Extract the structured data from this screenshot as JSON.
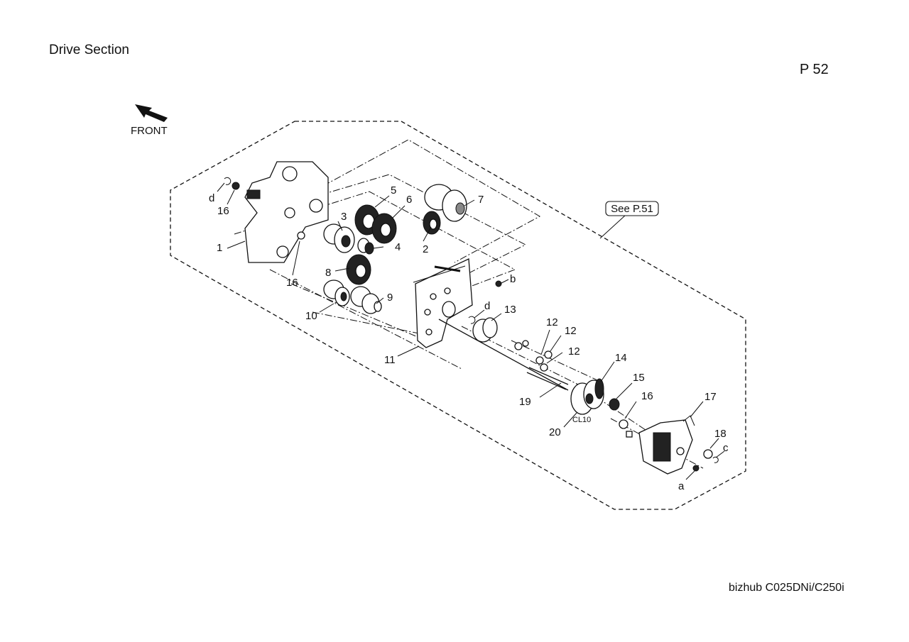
{
  "header": {
    "title": "Drive Section",
    "page": "P 52"
  },
  "footer": {
    "model": "bizhub C025DNi/C250i"
  },
  "orientation": {
    "label": "FRONT",
    "icon": "front-arrow-icon"
  },
  "reference": {
    "label": "See P.51"
  },
  "callouts": [
    {
      "id": "c-1",
      "text": "1"
    },
    {
      "id": "c-2",
      "text": "2"
    },
    {
      "id": "c-3",
      "text": "3"
    },
    {
      "id": "c-4",
      "text": "4"
    },
    {
      "id": "c-5",
      "text": "5"
    },
    {
      "id": "c-6",
      "text": "6"
    },
    {
      "id": "c-7",
      "text": "7"
    },
    {
      "id": "c-8",
      "text": "8"
    },
    {
      "id": "c-9",
      "text": "9"
    },
    {
      "id": "c-10",
      "text": "10"
    },
    {
      "id": "c-11",
      "text": "11"
    },
    {
      "id": "c-12a",
      "text": "12"
    },
    {
      "id": "c-12b",
      "text": "12"
    },
    {
      "id": "c-12c",
      "text": "12"
    },
    {
      "id": "c-13",
      "text": "13"
    },
    {
      "id": "c-14",
      "text": "14"
    },
    {
      "id": "c-15",
      "text": "15"
    },
    {
      "id": "c-16a",
      "text": "16"
    },
    {
      "id": "c-16b",
      "text": "16"
    },
    {
      "id": "c-16c",
      "text": "16"
    },
    {
      "id": "c-17",
      "text": "17"
    },
    {
      "id": "c-18",
      "text": "18"
    },
    {
      "id": "c-19",
      "text": "19"
    },
    {
      "id": "c-20",
      "text": "20"
    },
    {
      "id": "c-a",
      "text": "a"
    },
    {
      "id": "c-b",
      "text": "b"
    },
    {
      "id": "c-c",
      "text": "c"
    },
    {
      "id": "c-d1",
      "text": "d"
    },
    {
      "id": "c-d2",
      "text": "d"
    },
    {
      "id": "c-cl10",
      "text": "CL10"
    }
  ]
}
